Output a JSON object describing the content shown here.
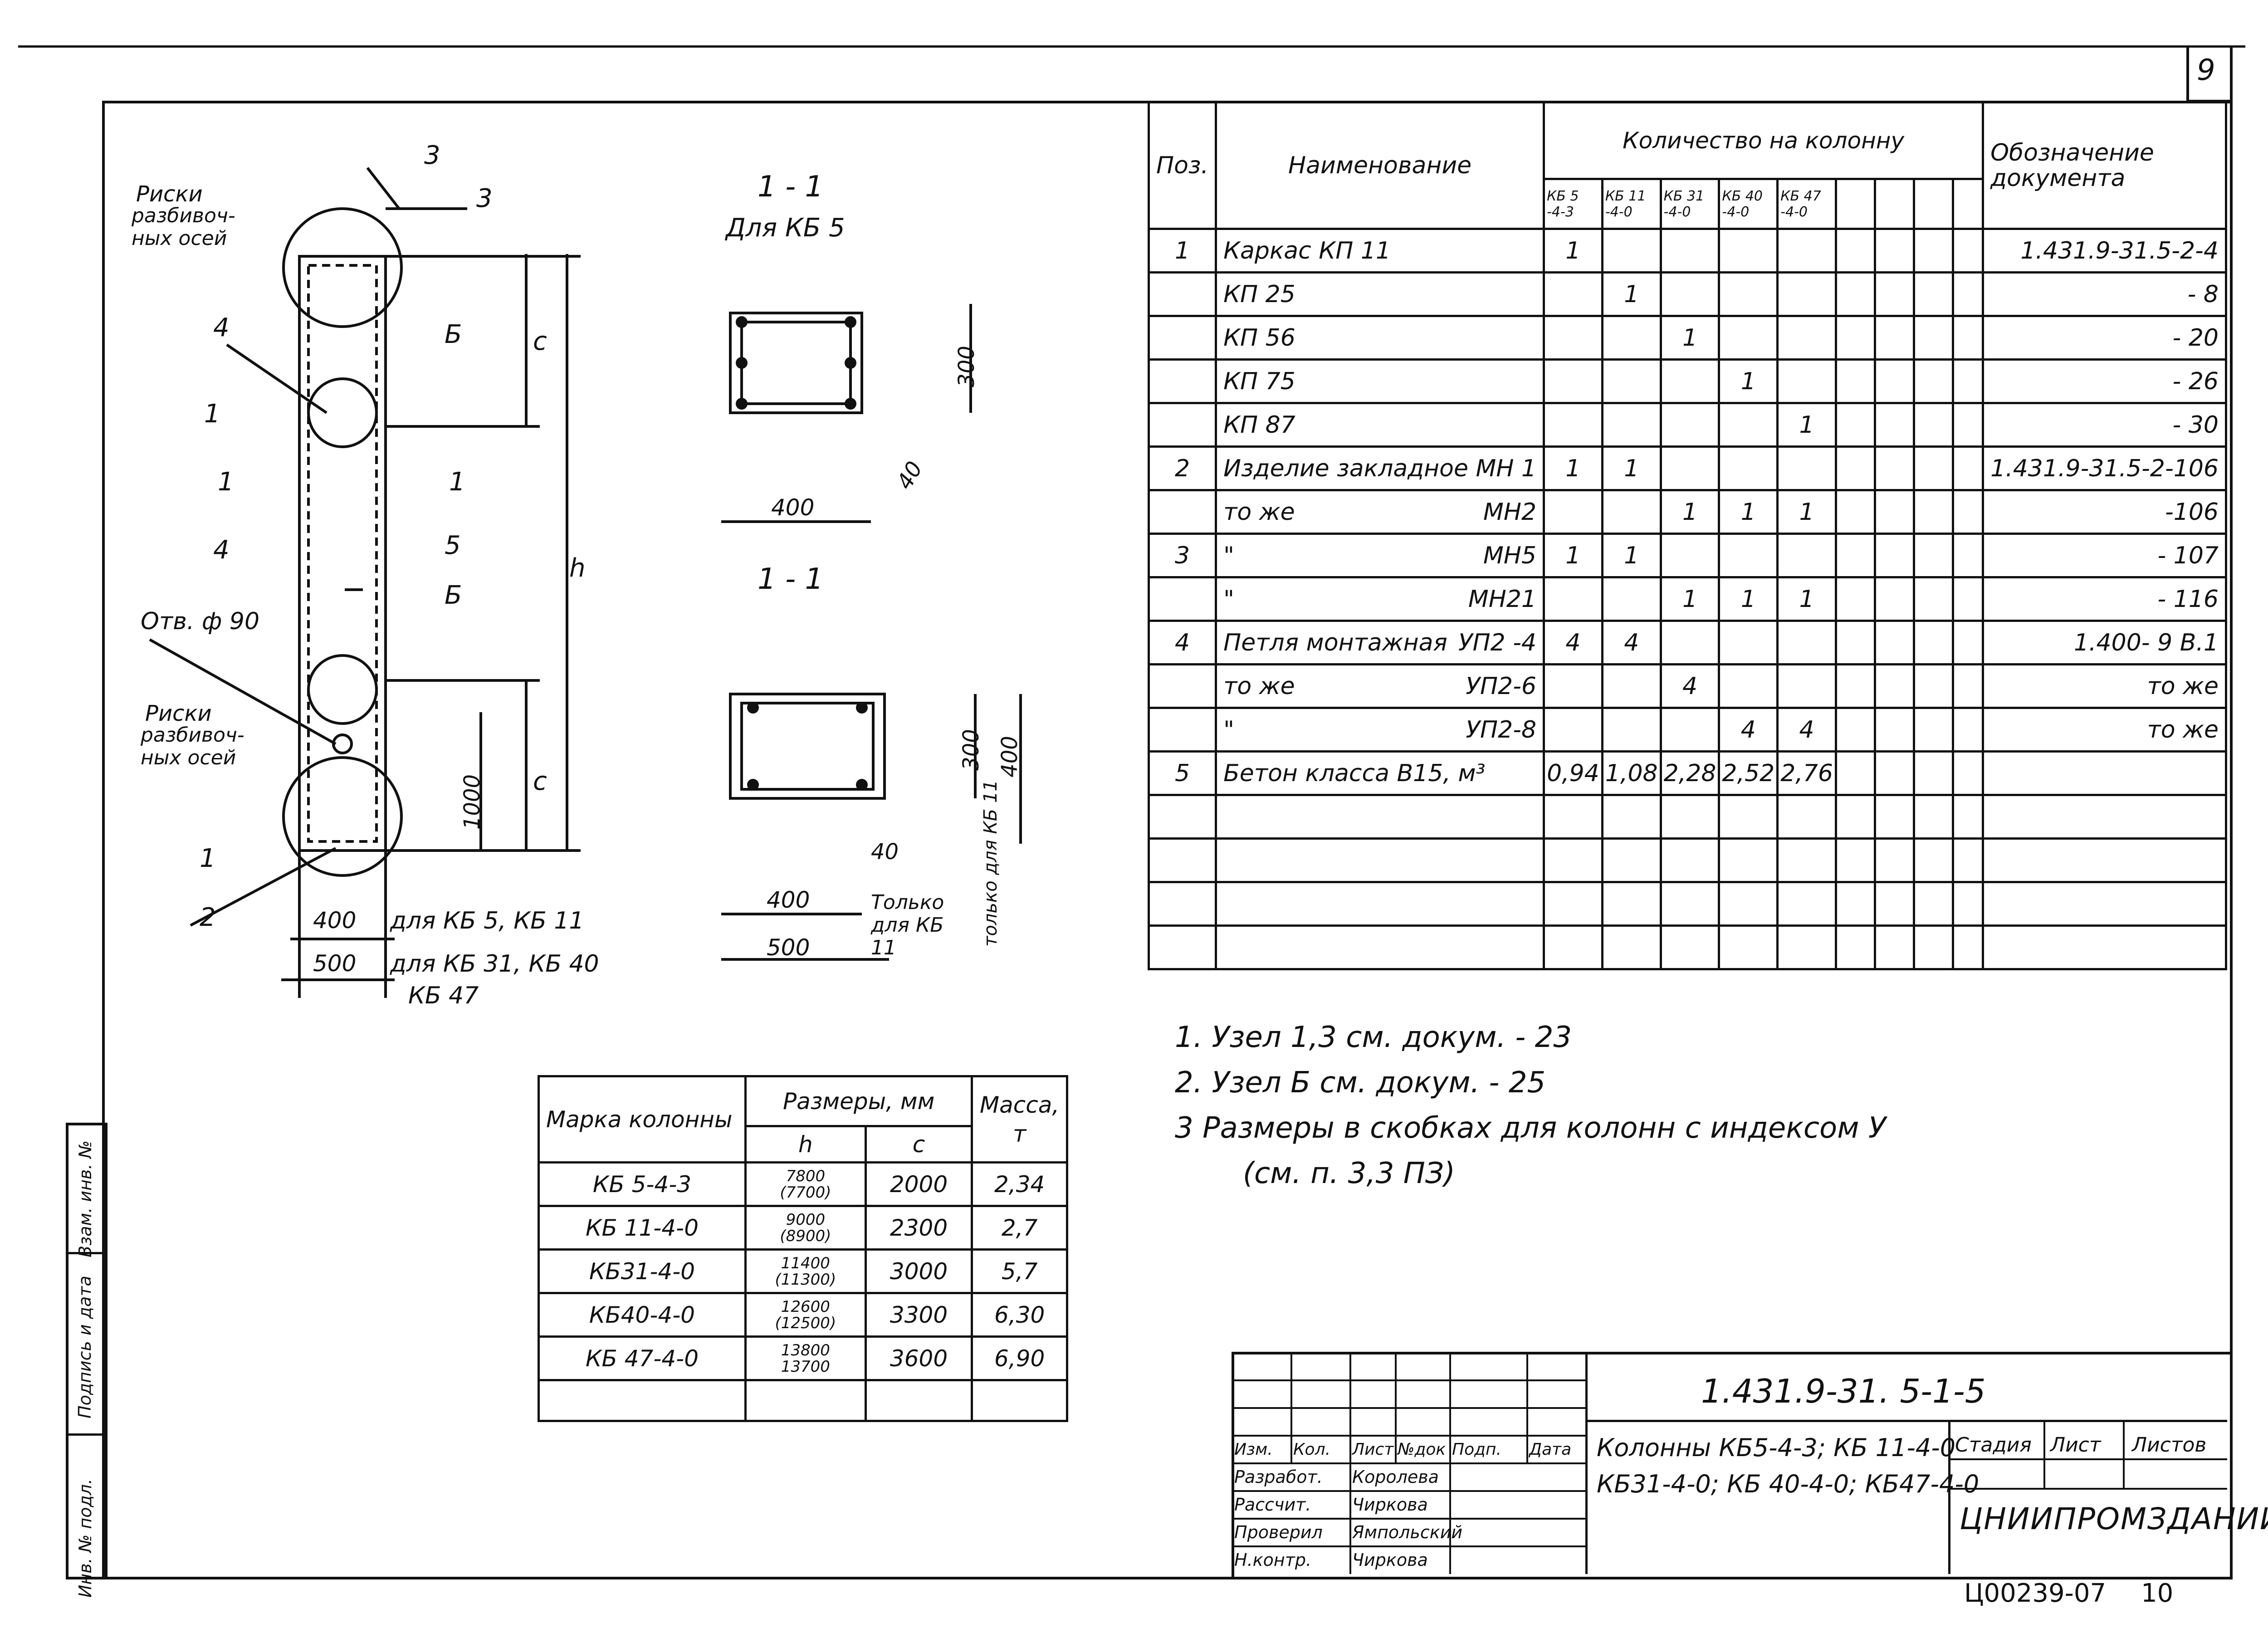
{
  "sheet": {
    "page_number": "9",
    "doc_code": "1.431.9-31. 5-1-5",
    "archive_code": "Ц00239-07",
    "archive_sheet": "10"
  },
  "spec_table": {
    "headers": {
      "pos": "Поз.",
      "name": "Наименование",
      "qty": "Количество на колонну",
      "doc": "Обозначение документа"
    },
    "columns": [
      "КБ 5 -4-3",
      "КБ 11 -4-0",
      "КБ 31 -4-0",
      "КБ 40 -4-0",
      "КБ 47 -4-0"
    ],
    "rows": [
      {
        "pos": "1",
        "name": "Каркас КП 11",
        "name2": "",
        "q": [
          "1",
          "",
          "",
          "",
          ""
        ],
        "doc": "1.431.9-31.5-2-4"
      },
      {
        "pos": "",
        "name": "КП 25",
        "name2": "",
        "q": [
          "",
          "1",
          "",
          "",
          ""
        ],
        "doc": "- 8"
      },
      {
        "pos": "",
        "name": "КП 56",
        "name2": "",
        "q": [
          "",
          "",
          "1",
          "",
          ""
        ],
        "doc": "- 20"
      },
      {
        "pos": "",
        "name": "КП 75",
        "name2": "",
        "q": [
          "",
          "",
          "",
          "1",
          ""
        ],
        "doc": "- 26"
      },
      {
        "pos": "",
        "name": "КП 87",
        "name2": "",
        "q": [
          "",
          "",
          "",
          "",
          "1"
        ],
        "doc": "- 30"
      },
      {
        "pos": "2",
        "name": "Изделие закладное МН 1",
        "name2": "",
        "q": [
          "1",
          "1",
          "",
          "",
          ""
        ],
        "doc": "1.431.9-31.5-2-106"
      },
      {
        "pos": "",
        "name": "то же",
        "name2": "МН2",
        "q": [
          "",
          "",
          "1",
          "1",
          "1"
        ],
        "doc": "-106"
      },
      {
        "pos": "3",
        "name": "\"",
        "name2": "МН5",
        "q": [
          "1",
          "1",
          "",
          "",
          ""
        ],
        "doc": "- 107"
      },
      {
        "pos": "",
        "name": "\"",
        "name2": "МН21",
        "q": [
          "",
          "",
          "1",
          "1",
          "1"
        ],
        "doc": "- 116"
      },
      {
        "pos": "4",
        "name": "Петля монтажная",
        "name2": "УП2 -4",
        "q": [
          "4",
          "4",
          "",
          "",
          ""
        ],
        "doc": "1.400- 9 В.1"
      },
      {
        "pos": "",
        "name": "то же",
        "name2": "УП2-6",
        "q": [
          "",
          "",
          "4",
          "",
          ""
        ],
        "doc": "то же"
      },
      {
        "pos": "",
        "name": "\"",
        "name2": "УП2-8",
        "q": [
          "",
          "",
          "",
          "4",
          "4"
        ],
        "doc": "то же"
      },
      {
        "pos": "5",
        "name": "Бетон класса В15, м³",
        "name2": "",
        "q": [
          "0,94",
          "1,08",
          "2,28",
          "2,52",
          "2,76"
        ],
        "doc": ""
      }
    ]
  },
  "notes": [
    "1. Узел 1,3 см. докум. - 23",
    "2. Узел Б см. докум. - 25",
    "3 Размеры в скобках для колонн с индексом У",
    "(см. п. 3,3 ПЗ)"
  ],
  "dims_table": {
    "headers": {
      "mark": "Марка колонны",
      "sizes": "Размеры, мм",
      "h": "h",
      "c": "c",
      "mass": "Масса, т"
    },
    "rows": [
      {
        "mark": "КБ 5-4-3",
        "h": "7800",
        "h2": "(7700)",
        "c": "2000",
        "m": "2,34"
      },
      {
        "mark": "КБ 11-4-0",
        "h": "9000",
        "h2": "(8900)",
        "c": "2300",
        "m": "2,7"
      },
      {
        "mark": "КБ31-4-0",
        "h": "11400",
        "h2": "(11300)",
        "c": "3000",
        "m": "5,7"
      },
      {
        "mark": "КБ40-4-0",
        "h": "12600",
        "h2": "(12500)",
        "c": "3300",
        "m": "6,30"
      },
      {
        "mark": "КБ 47-4-0",
        "h": "13800",
        "h2": "13700",
        "c": "3600",
        "m": "6,90"
      }
    ]
  },
  "title_block": {
    "cols": [
      "Изм.",
      "Кол.",
      "Лист",
      "№док",
      "Подп.",
      "Дата"
    ],
    "people": [
      {
        "role": "Разработ.",
        "name": "Королева"
      },
      {
        "role": "Рассчит.",
        "name": "Чиркова"
      },
      {
        "role": "Проверил",
        "name": "Ямпольский"
      },
      {
        "role": "Н.контр.",
        "name": "Чиркова"
      }
    ],
    "title_line1": "Колонны КБ5-4-3; КБ 11-4-0",
    "title_line2": "КБ31-4-0; КБ 40-4-0; КБ47-4-0",
    "stage": "Стадия",
    "sheet": "Лист",
    "sheets": "Листов",
    "org": "ЦНИИПРОМЗДАНИЙ"
  },
  "side_stamp": [
    "Инв. № подл.",
    "Подпись и дата",
    "Взам. инв. №"
  ],
  "drawing": {
    "section_label": "1 - 1",
    "for_kb5": "Для КБ 5",
    "label_riski_top": [
      "Риски",
      "разбивоч-",
      "ных осей"
    ],
    "label_riski_bot": [
      "Риски",
      "разбивоч-",
      "ных осей"
    ],
    "label_otv": "Отв. ф 90",
    "dim_400": "400",
    "dim_500": "500",
    "dim_1000": "1000",
    "dim_300": "300",
    "dim_40": "40",
    "for_kb5_kb11": "для КБ 5, КБ 11",
    "for_kb31_kb40": "для КБ 31, КБ 40",
    "kb47": "КБ 47",
    "only_kb11": "Только для КБ 11",
    "only_kb11_v": "только для КБ 11",
    "c": "c",
    "h": "h",
    "callouts": [
      "3",
      "3",
      "4",
      "Б",
      "1",
      "1",
      "1",
      "4",
      "5",
      "Б",
      "1",
      "2"
    ]
  }
}
